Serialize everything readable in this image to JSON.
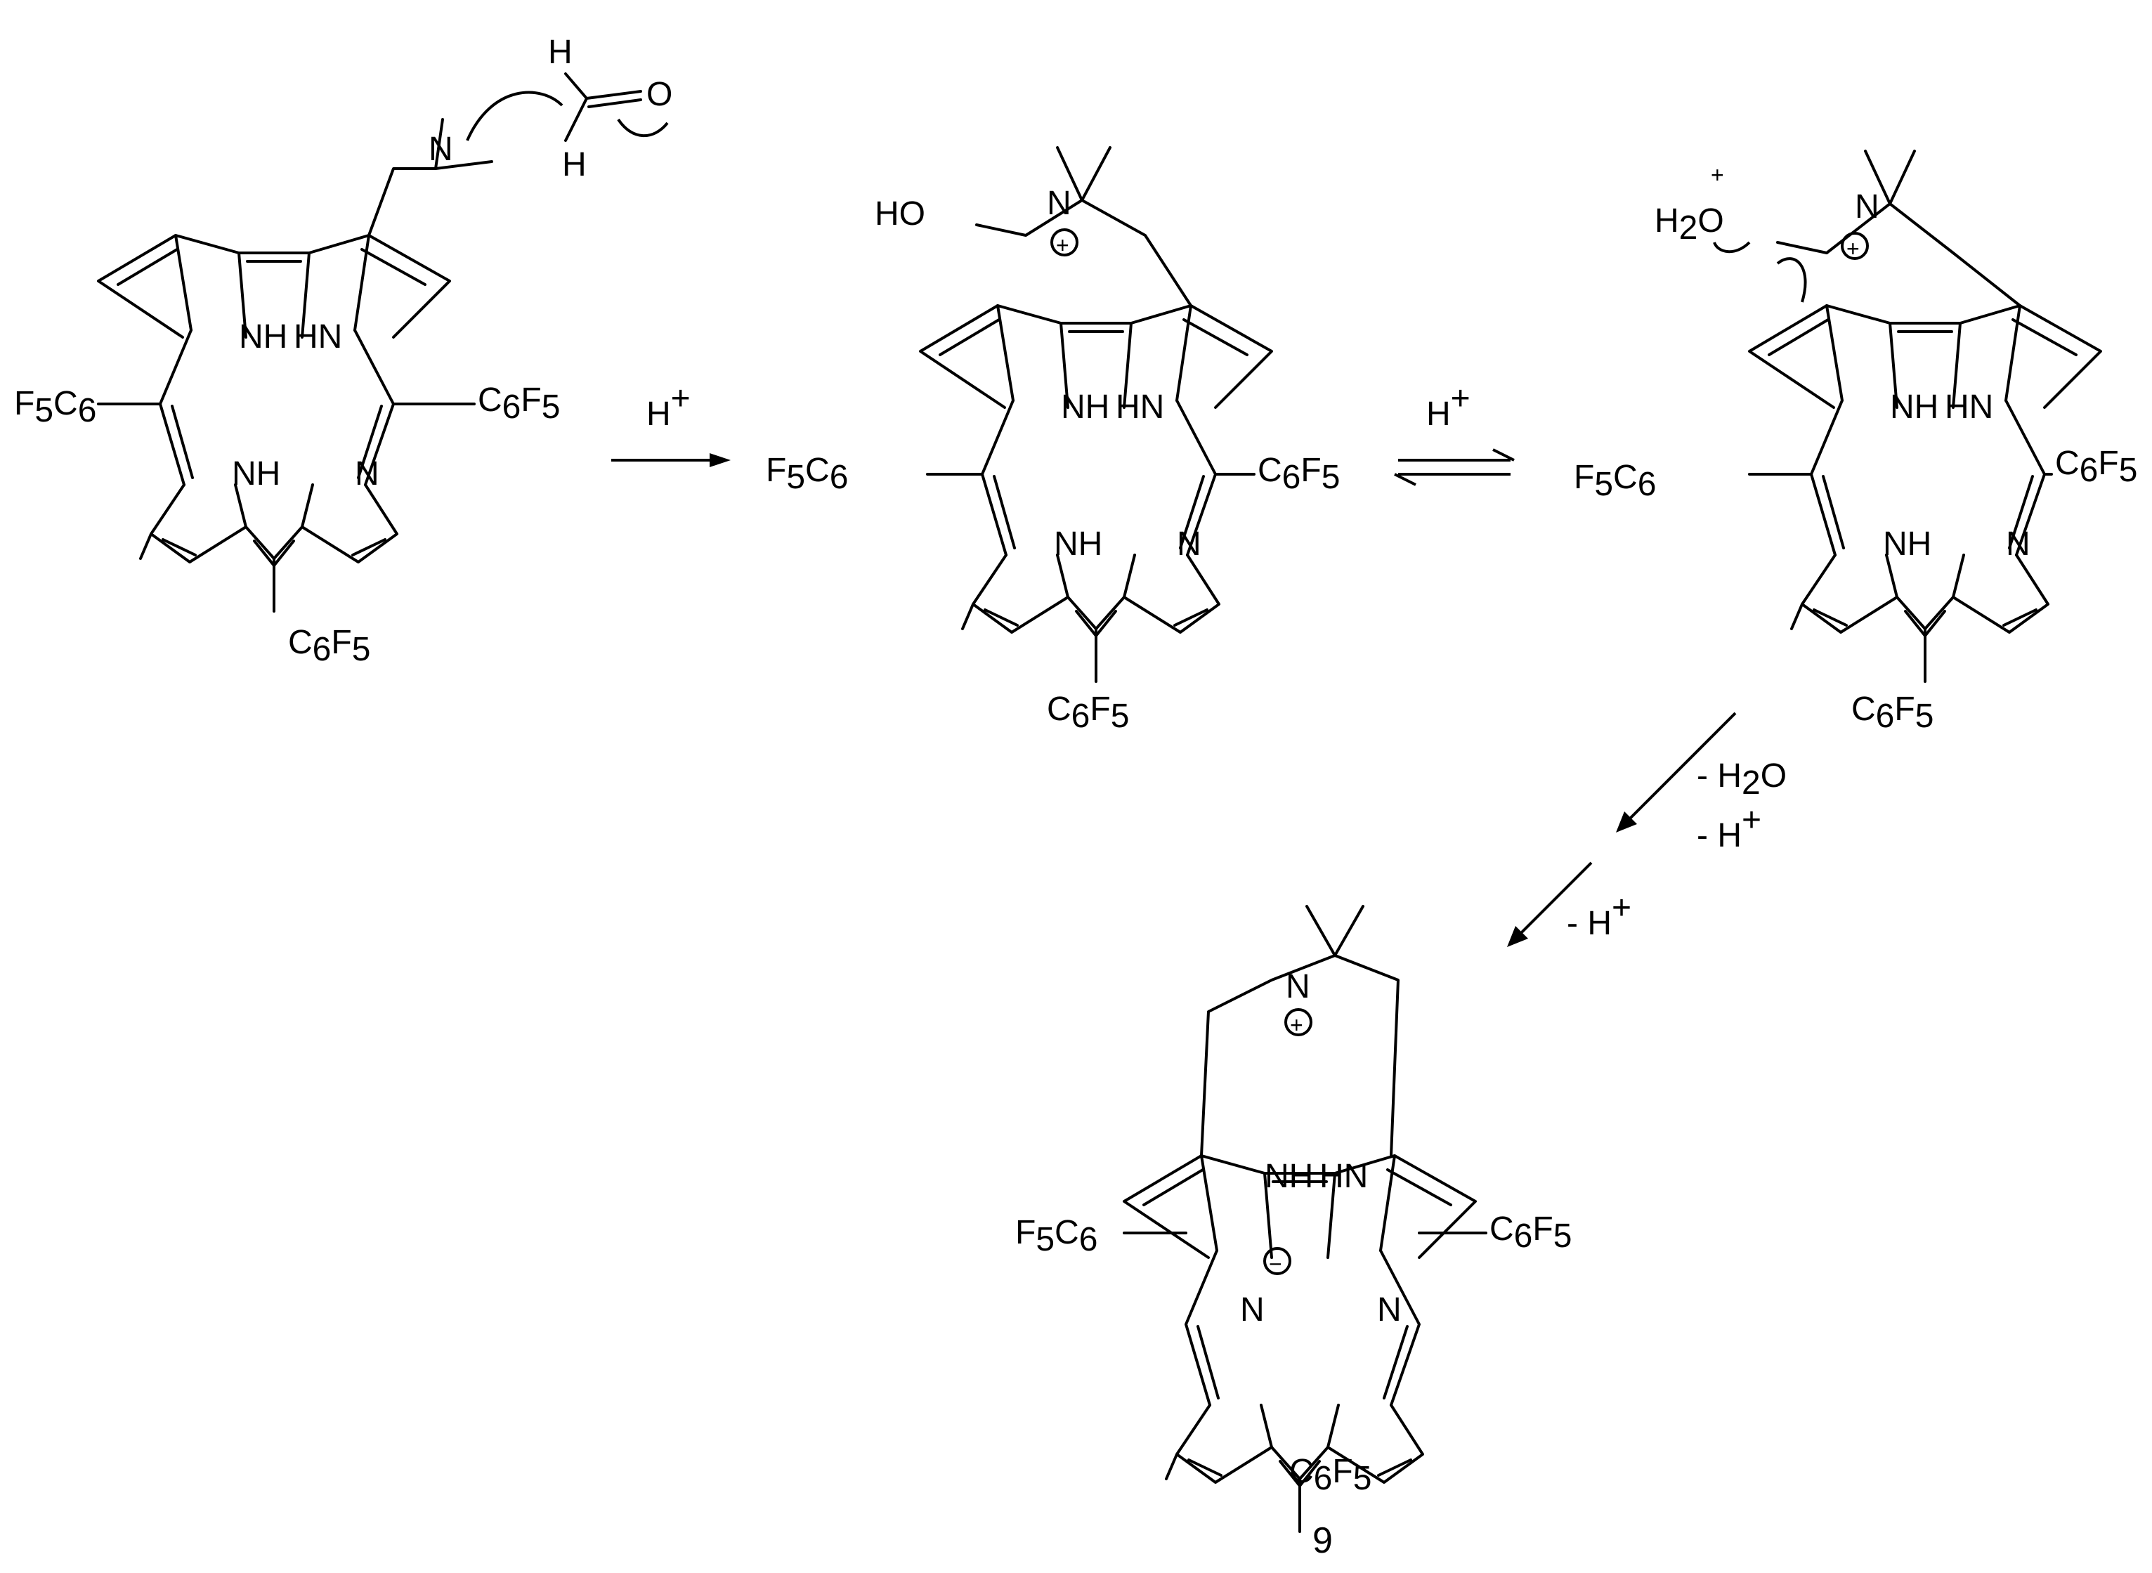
{
  "scheme": {
    "formula_parts": {
      "C": "C",
      "F": "F",
      "H": "H",
      "N": "N",
      "O": "O",
      "NH": "NH",
      "HN": "HN",
      "HO": "HO",
      "n6": "6",
      "n5": "5",
      "n2": "2"
    },
    "charges": {
      "plus": "+",
      "circled_plus": "+",
      "circled_minus": "−"
    },
    "conditions": {
      "step1": {
        "label": "H",
        "superscript": "+"
      },
      "step2": {
        "label": "H",
        "superscript": "+"
      },
      "step3": {
        "line1": {
          "prefix": "- H",
          "subscript": "2",
          "suffix": "O"
        },
        "line2": {
          "prefix": "- H",
          "superscript": "+"
        }
      },
      "step4": {
        "prefix": "- H",
        "superscript": "+"
      }
    },
    "compound_label": "9"
  }
}
